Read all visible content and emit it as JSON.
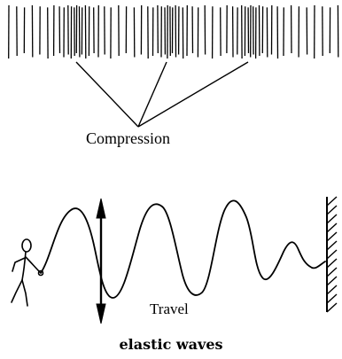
{
  "labels": {
    "compression": "Compression",
    "travel": "Travel",
    "caption": "elastic waves"
  },
  "colors": {
    "ink": "#000000",
    "background": "#ffffff"
  },
  "icons": {
    "figure": "stick-figure-icon",
    "wall": "hatched-wall-icon",
    "motion": "double-arrow-icon"
  }
}
